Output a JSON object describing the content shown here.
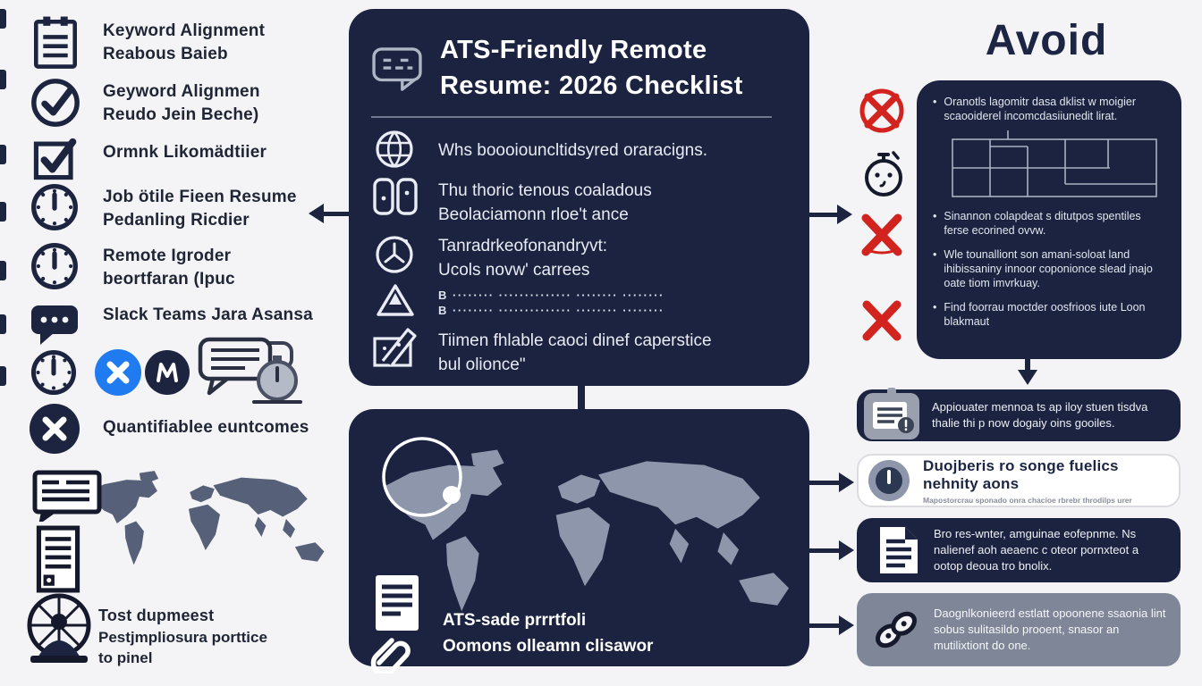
{
  "left": {
    "items": [
      {
        "icon": "notepad-icon",
        "line1": "Keyword Alignment",
        "line2": "Reabous Baieb"
      },
      {
        "icon": "check-circle-icon",
        "line1": "Geyword Alignmen",
        "line2": "Reudo Jein Beche)"
      },
      {
        "icon": "checkbox-icon",
        "line1": "Ormnk Likomädtiier"
      },
      {
        "icon": "clock-icon",
        "line1": "Job ötile Fieen Resume",
        "line2": "Pedanling Ricdier"
      },
      {
        "icon": "clock-icon",
        "line1": "Remote Igroder",
        "line2": "beortfaran (Ipuc"
      },
      {
        "icon": "chat-icon",
        "line1": "Slack Teams Jara Asansa"
      },
      {
        "icon": "x-badge-icon",
        "line1": "Quantifiablee euntcomes"
      },
      {
        "icon": "ferris-wheel-icon",
        "line1": "Tost dupmeest",
        "line2": "Pestjmpliosura porttice",
        "line3": "to pinel"
      }
    ]
  },
  "checklist_panel": {
    "title_line1": "ATS-Friendly Remote",
    "title_line2": "Resume: 2026 Checklist",
    "items": [
      {
        "icon": "globe-icon",
        "line1": "Whs boooiouncltidsyred oraracigns."
      },
      {
        "icon": "book-icon",
        "line1": "Thu thoric tenous coaladous",
        "line2": "Beolaciamonn rloe't ance"
      },
      {
        "icon": "clock-icon",
        "line1": "Tanradrkeofonandryvt:",
        "line2": "Ucols novw' carrees"
      },
      {
        "icon": "warning-icon",
        "line1": "B ········ ·············· ········ ········",
        "line2": "B ········ ·············· ········ ········"
      },
      {
        "icon": "pencil-icon",
        "line1": "Tiimen fhlable caoci dinef caperstice",
        "line2": "bul olionce\""
      }
    ]
  },
  "map_panel": {
    "line1": "ATS-sade prrrtfoli",
    "line2": "Oomons olleamn clisawor"
  },
  "avoid": {
    "title": "Avoid",
    "bullet_mark": "•",
    "bullets": [
      "Oranotls lagomitr dasa dklist w moigier scaooiderel incomcdasiiunedit lirat.",
      "Sinannon colapdeat s ditutpos spentiles ferse ecorined ovvw.",
      "Wle tounalliont son amani-soloat land ihibissaniny innoor coponionce slead jnajo oate tiom imvrkuay.",
      "Find foorrau moctder oosfrioos iute Loon blakmaut"
    ],
    "pills": [
      {
        "text": "Appiouater mennoa ts ap iloy stuen tisdva thalie thi p now dogaiy oins gooiles."
      },
      {
        "title": "Duojberis ro songe fuelics nehnity aons",
        "sub": "Mapostorcrau sponado onra chacioe rbrebr throdilps urer"
      },
      {
        "text": "Bro res-wnter, amguinae eofepnme. Ns nalienef aoh aeaenc c oteor pornxteot a ootop deoua tro bnolix."
      },
      {
        "text": "Daognlkonieerd estlatt opoonene ssaonia lint sobus sulitasildo prooent, snasor an mutilixtiont do one."
      }
    ]
  },
  "colors": {
    "navy": "#1b2340",
    "red": "#d2231f",
    "blue_badge": "#1f7bef",
    "map_gray_on_navy": "#8d96aa",
    "map_gray_on_light": "#566078",
    "background": "#f4f4f6"
  }
}
